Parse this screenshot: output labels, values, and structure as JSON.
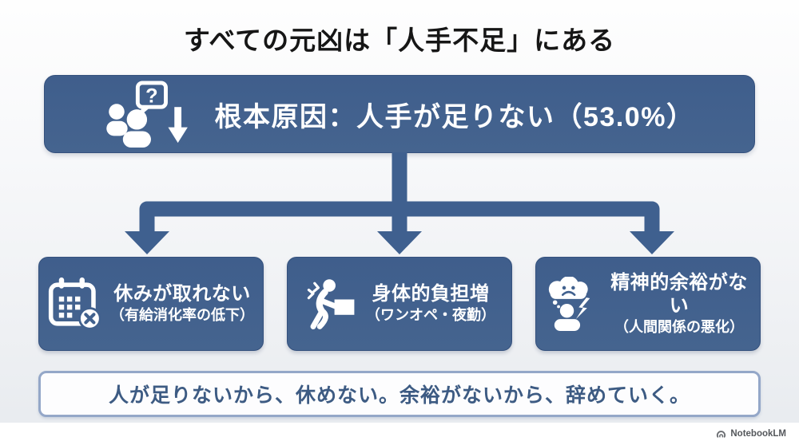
{
  "title": "すべての元凶は「人手不足」にある",
  "root_cause": {
    "label": "根本原因：人手が足りない（53.0%）",
    "icon": "people-shortage-icon"
  },
  "causes": [
    {
      "title": "休みが取れない",
      "subtitle": "（有給消化率の低下）",
      "icon": "calendar-missed-icon"
    },
    {
      "title": "身体的負担増",
      "subtitle": "（ワンオペ・夜勤）",
      "icon": "physical-burden-icon"
    },
    {
      "title": "精神的余裕がない",
      "subtitle": "（人間関係の悪化）",
      "icon": "mental-stress-icon"
    }
  ],
  "summary": "人が足りないから、休めない。余裕がないから、辞めていく。",
  "watermark": "NotebookLM",
  "colors": {
    "primary_blue": "#41618e",
    "arrow_blue": "#3f608f",
    "summary_border": "#94a7c8",
    "summary_text": "#3d5b83",
    "title_text": "#161616",
    "background_top": "#fefefe",
    "background_bottom": "#e9ecf0"
  }
}
